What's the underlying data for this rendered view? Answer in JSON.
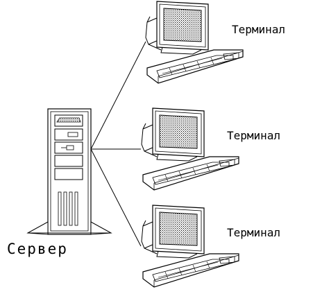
{
  "server": {
    "label": "Сервер"
  },
  "terminals": [
    {
      "label": "Терминал"
    },
    {
      "label": "Терминал"
    },
    {
      "label": "Терминал"
    }
  ],
  "colors": {
    "stroke": "#000000",
    "background": "#ffffff"
  }
}
